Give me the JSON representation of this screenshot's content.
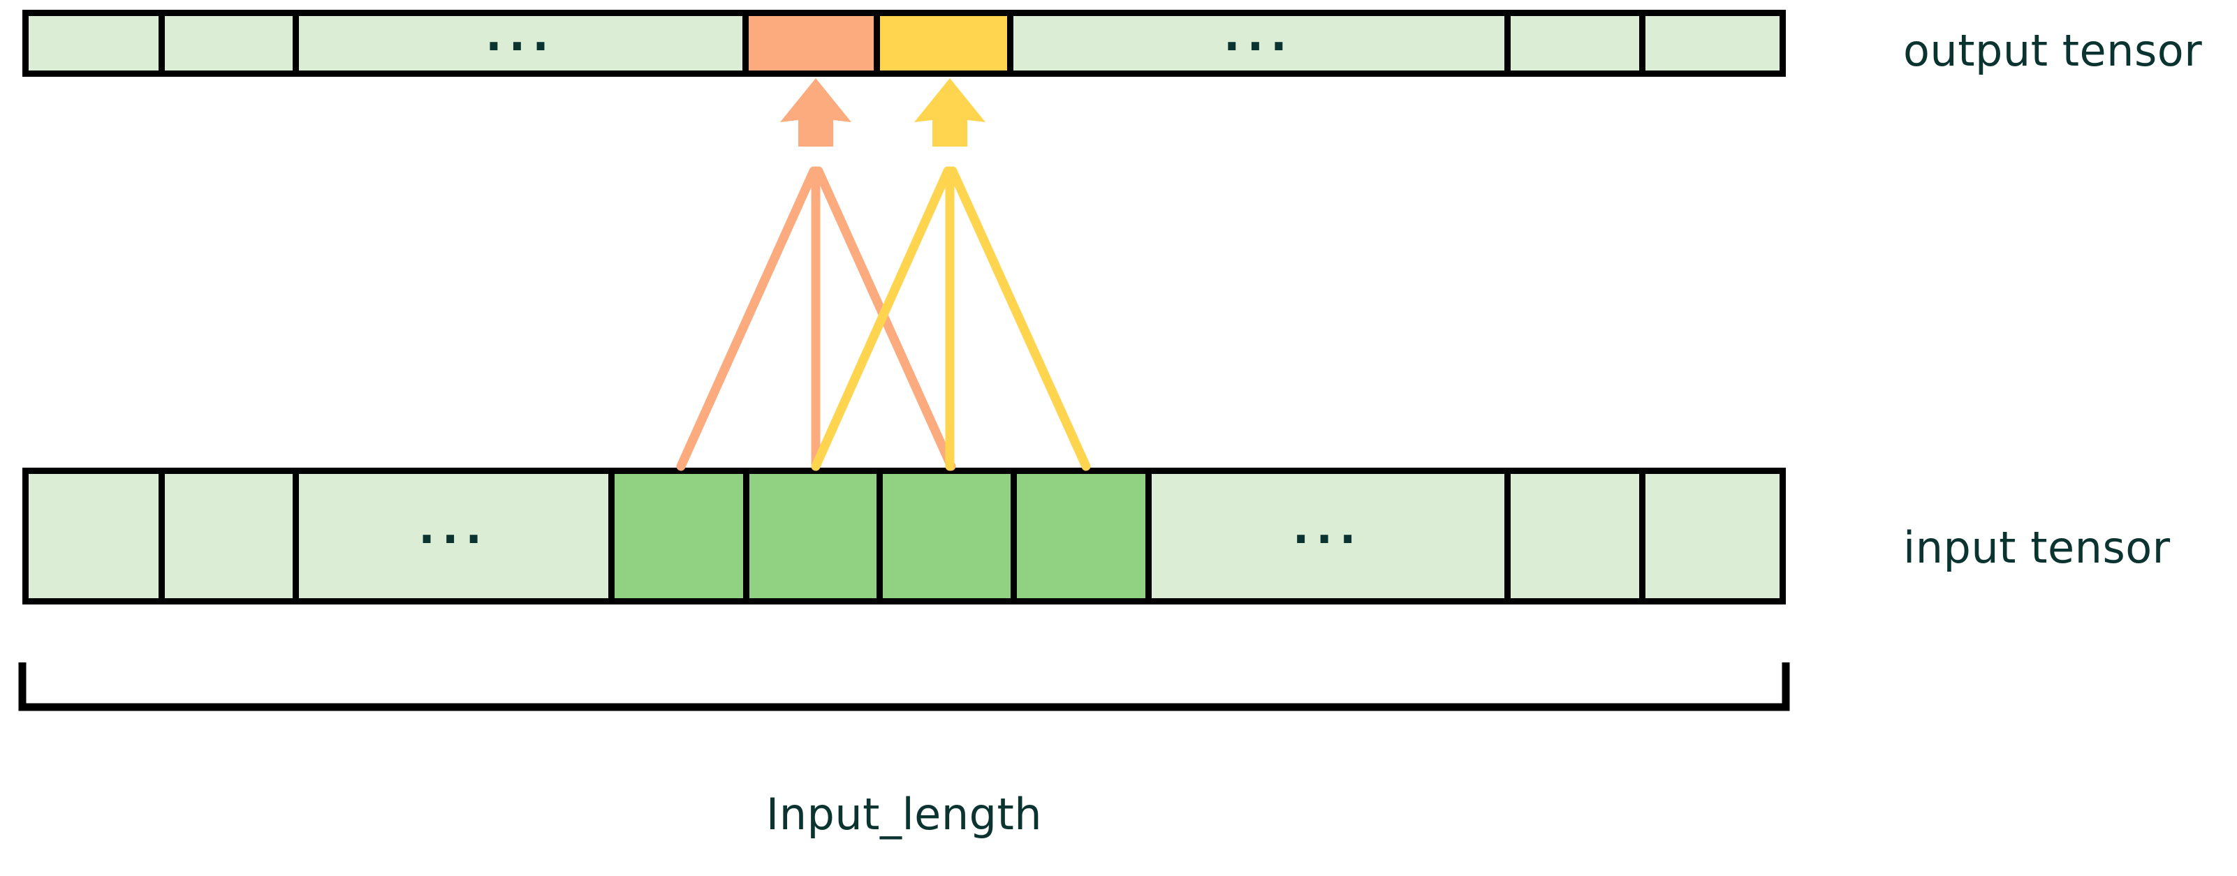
{
  "figure": {
    "title_absent": true,
    "background_color": "#ffffff",
    "text_color": "#0b332f",
    "outline_color": "#000000"
  },
  "colors": {
    "cell_default": "#dcedd5",
    "cell_highlight_green": "#90d182",
    "accent_orange": "#fcab7e",
    "accent_yellow": "#ffd54f",
    "text": "#0b332f",
    "stroke": "#000000"
  },
  "labels": {
    "output_tensor": "output tensor",
    "input_tensor": "input tensor",
    "input_length": "Input_length",
    "ellipsis": "..."
  },
  "output_row": {
    "name": "output tensor",
    "cells": [
      {
        "id": "out-0",
        "fill": "default",
        "text": ""
      },
      {
        "id": "out-1",
        "fill": "default",
        "text": ""
      },
      {
        "id": "out-ellipsis-left",
        "fill": "default",
        "text": "..."
      },
      {
        "id": "out-orange",
        "fill": "orange",
        "text": ""
      },
      {
        "id": "out-yellow",
        "fill": "yellow",
        "text": ""
      },
      {
        "id": "out-ellipsis-right",
        "fill": "default",
        "text": "..."
      },
      {
        "id": "out-n1",
        "fill": "default",
        "text": ""
      },
      {
        "id": "out-n",
        "fill": "default",
        "text": ""
      }
    ]
  },
  "input_row": {
    "name": "input tensor",
    "cells": [
      {
        "id": "in-0",
        "fill": "default",
        "text": ""
      },
      {
        "id": "in-1",
        "fill": "default",
        "text": ""
      },
      {
        "id": "in-ellipsis-left",
        "fill": "default",
        "text": "..."
      },
      {
        "id": "in-win-0",
        "fill": "green",
        "text": ""
      },
      {
        "id": "in-win-1",
        "fill": "green",
        "text": ""
      },
      {
        "id": "in-win-2",
        "fill": "green",
        "text": ""
      },
      {
        "id": "in-win-3",
        "fill": "green",
        "text": ""
      },
      {
        "id": "in-ellipsis-right",
        "fill": "default",
        "text": "..."
      },
      {
        "id": "in-n1",
        "fill": "default",
        "text": ""
      },
      {
        "id": "in-n",
        "fill": "default",
        "text": ""
      }
    ]
  },
  "arrows": {
    "orange_group": {
      "color": "#fcab7e",
      "source_cells": [
        "in-win-0",
        "in-win-1",
        "in-win-2"
      ],
      "target_cell": "out-orange"
    },
    "yellow_group": {
      "color": "#ffd54f",
      "source_cells": [
        "in-win-1",
        "in-win-2",
        "in-win-3"
      ],
      "target_cell": "out-yellow"
    }
  },
  "measure_bracket": {
    "label": "Input_length",
    "spans": "entire input tensor"
  }
}
